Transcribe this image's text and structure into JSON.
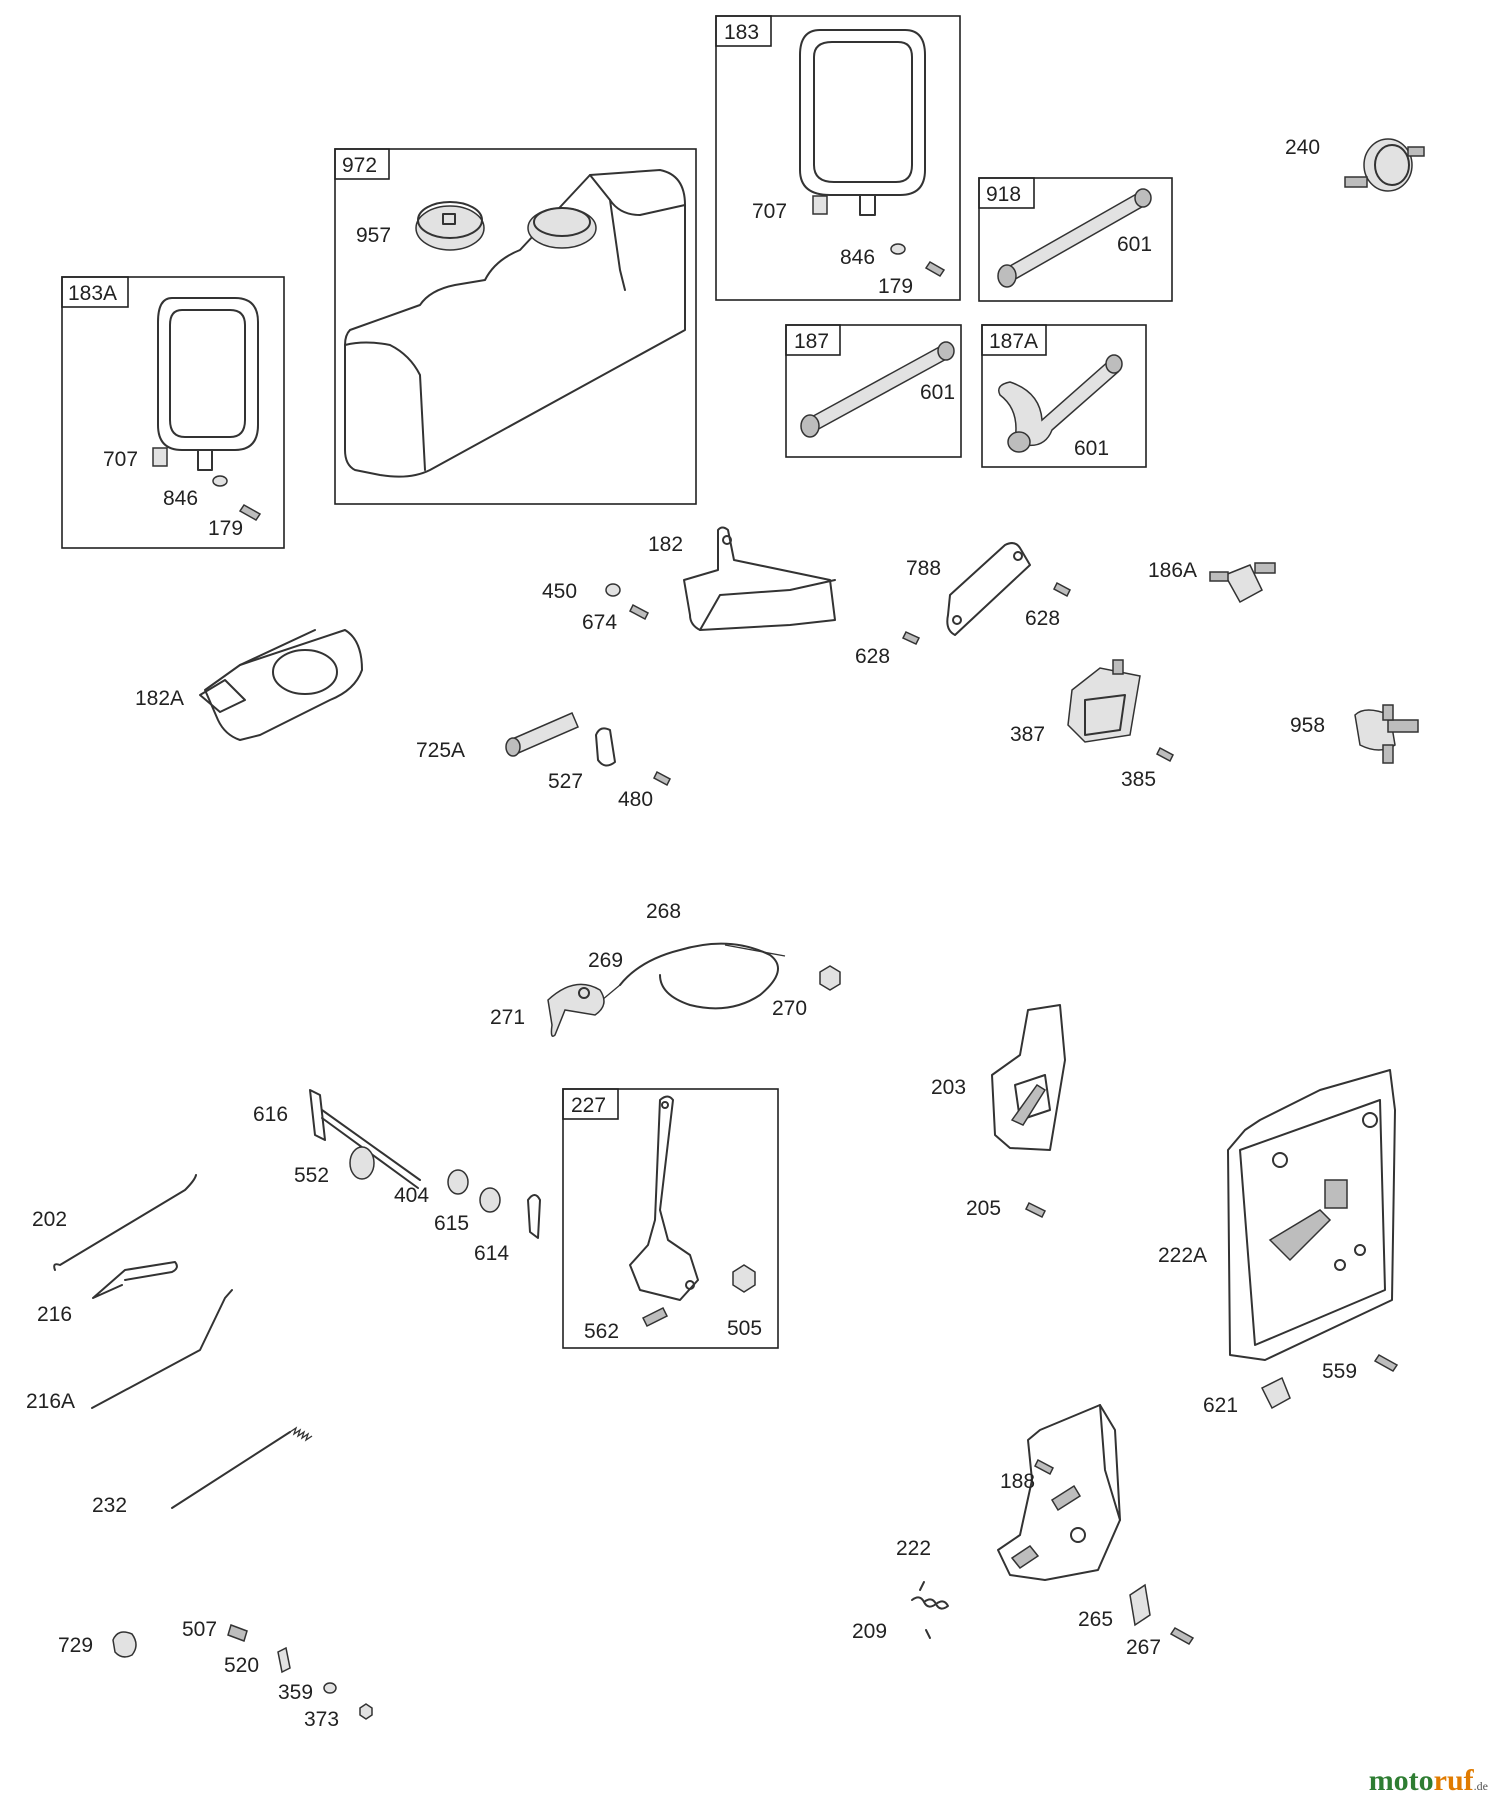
{
  "boxes": [
    {
      "id": "183",
      "label": "183"
    },
    {
      "id": "972",
      "label": "972"
    },
    {
      "id": "183A",
      "label": "183A"
    },
    {
      "id": "918",
      "label": "918"
    },
    {
      "id": "187",
      "label": "187"
    },
    {
      "id": "187A",
      "label": "187A"
    },
    {
      "id": "227",
      "label": "227"
    }
  ],
  "labels": {
    "p183_707": "707",
    "p183_846": "846",
    "p183_179": "179",
    "p972_957": "957",
    "p183A_707": "707",
    "p183A_846": "846",
    "p183A_179": "179",
    "p918_601": "601",
    "p187_601": "601",
    "p187A_601": "601",
    "p240": "240",
    "p182": "182",
    "p450": "450",
    "p674": "674",
    "p788": "788",
    "p628a": "628",
    "p628b": "628",
    "p186A": "186A",
    "p182A": "182A",
    "p725A": "725A",
    "p527": "527",
    "p480": "480",
    "p387": "387",
    "p385": "385",
    "p958": "958",
    "p268": "268",
    "p269": "269",
    "p271": "271",
    "p270": "270",
    "p616": "616",
    "p552": "552",
    "p404": "404",
    "p615": "615",
    "p614": "614",
    "p202": "202",
    "p216": "216",
    "p216A": "216A",
    "p232": "232",
    "p227_562": "562",
    "p227_505": "505",
    "p203": "203",
    "p205": "205",
    "p222A": "222A",
    "p559": "559",
    "p621": "621",
    "p188": "188",
    "p222": "222",
    "p209": "209",
    "p265": "265",
    "p267": "267",
    "p729": "729",
    "p507": "507",
    "p520": "520",
    "p359": "359",
    "p373": "373"
  },
  "brand": {
    "part1": "moto",
    "part2": "ruf",
    "suffix": ".de"
  }
}
